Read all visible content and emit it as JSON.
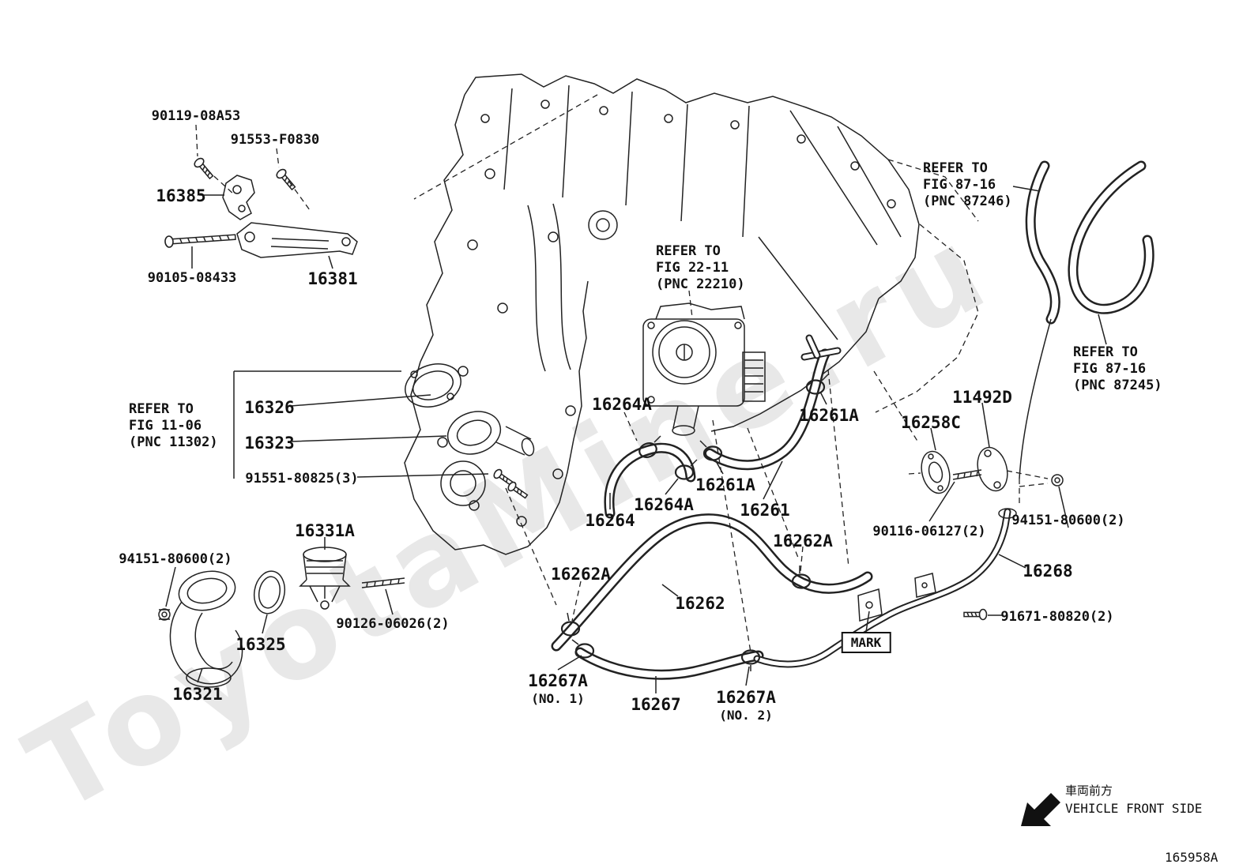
{
  "watermark": "ToyotaMine.ru",
  "drawing_number": "165958A",
  "orientation": {
    "jp": "車両前方",
    "en": "VEHICLE FRONT SIDE"
  },
  "mark_label": "MARK",
  "refs": {
    "fig1106": [
      "REFER TO",
      "FIG 11-06",
      "(PNC 11302)"
    ],
    "fig2211": [
      "REFER TO",
      "FIG 22-11",
      "(PNC 22210)"
    ],
    "fig8716a": [
      "REFER TO",
      "FIG 87-16",
      "(PNC 87246)"
    ],
    "fig8716b": [
      "REFER TO",
      "FIG 87-16",
      "(PNC 87245)"
    ]
  },
  "parts": {
    "p90119": "90119-08A53",
    "p91553": "91553-F0830",
    "p16385": "16385",
    "p90105": "90105-08433",
    "p16381": "16381",
    "p16326": "16326",
    "p16323": "16323",
    "p91551": "91551-80825(3)",
    "p16264a": "16264A",
    "p16261a": "16261A",
    "p16261": "16261",
    "p16264": "16264",
    "p16331a": "16331A",
    "p94151": "94151-80600(2)",
    "p16262a": "16262A",
    "p90126": "90126-06026(2)",
    "p16325": "16325",
    "p16262": "16262",
    "p16321": "16321",
    "p16267a": "16267A",
    "no1": "(NO. 1)",
    "no2": "(NO. 2)",
    "p16267": "16267",
    "p11492d": "11492D",
    "p16258c": "16258C",
    "p90116": "90116-06127(2)",
    "p16268": "16268",
    "p91671": "91671-80820(2)"
  }
}
